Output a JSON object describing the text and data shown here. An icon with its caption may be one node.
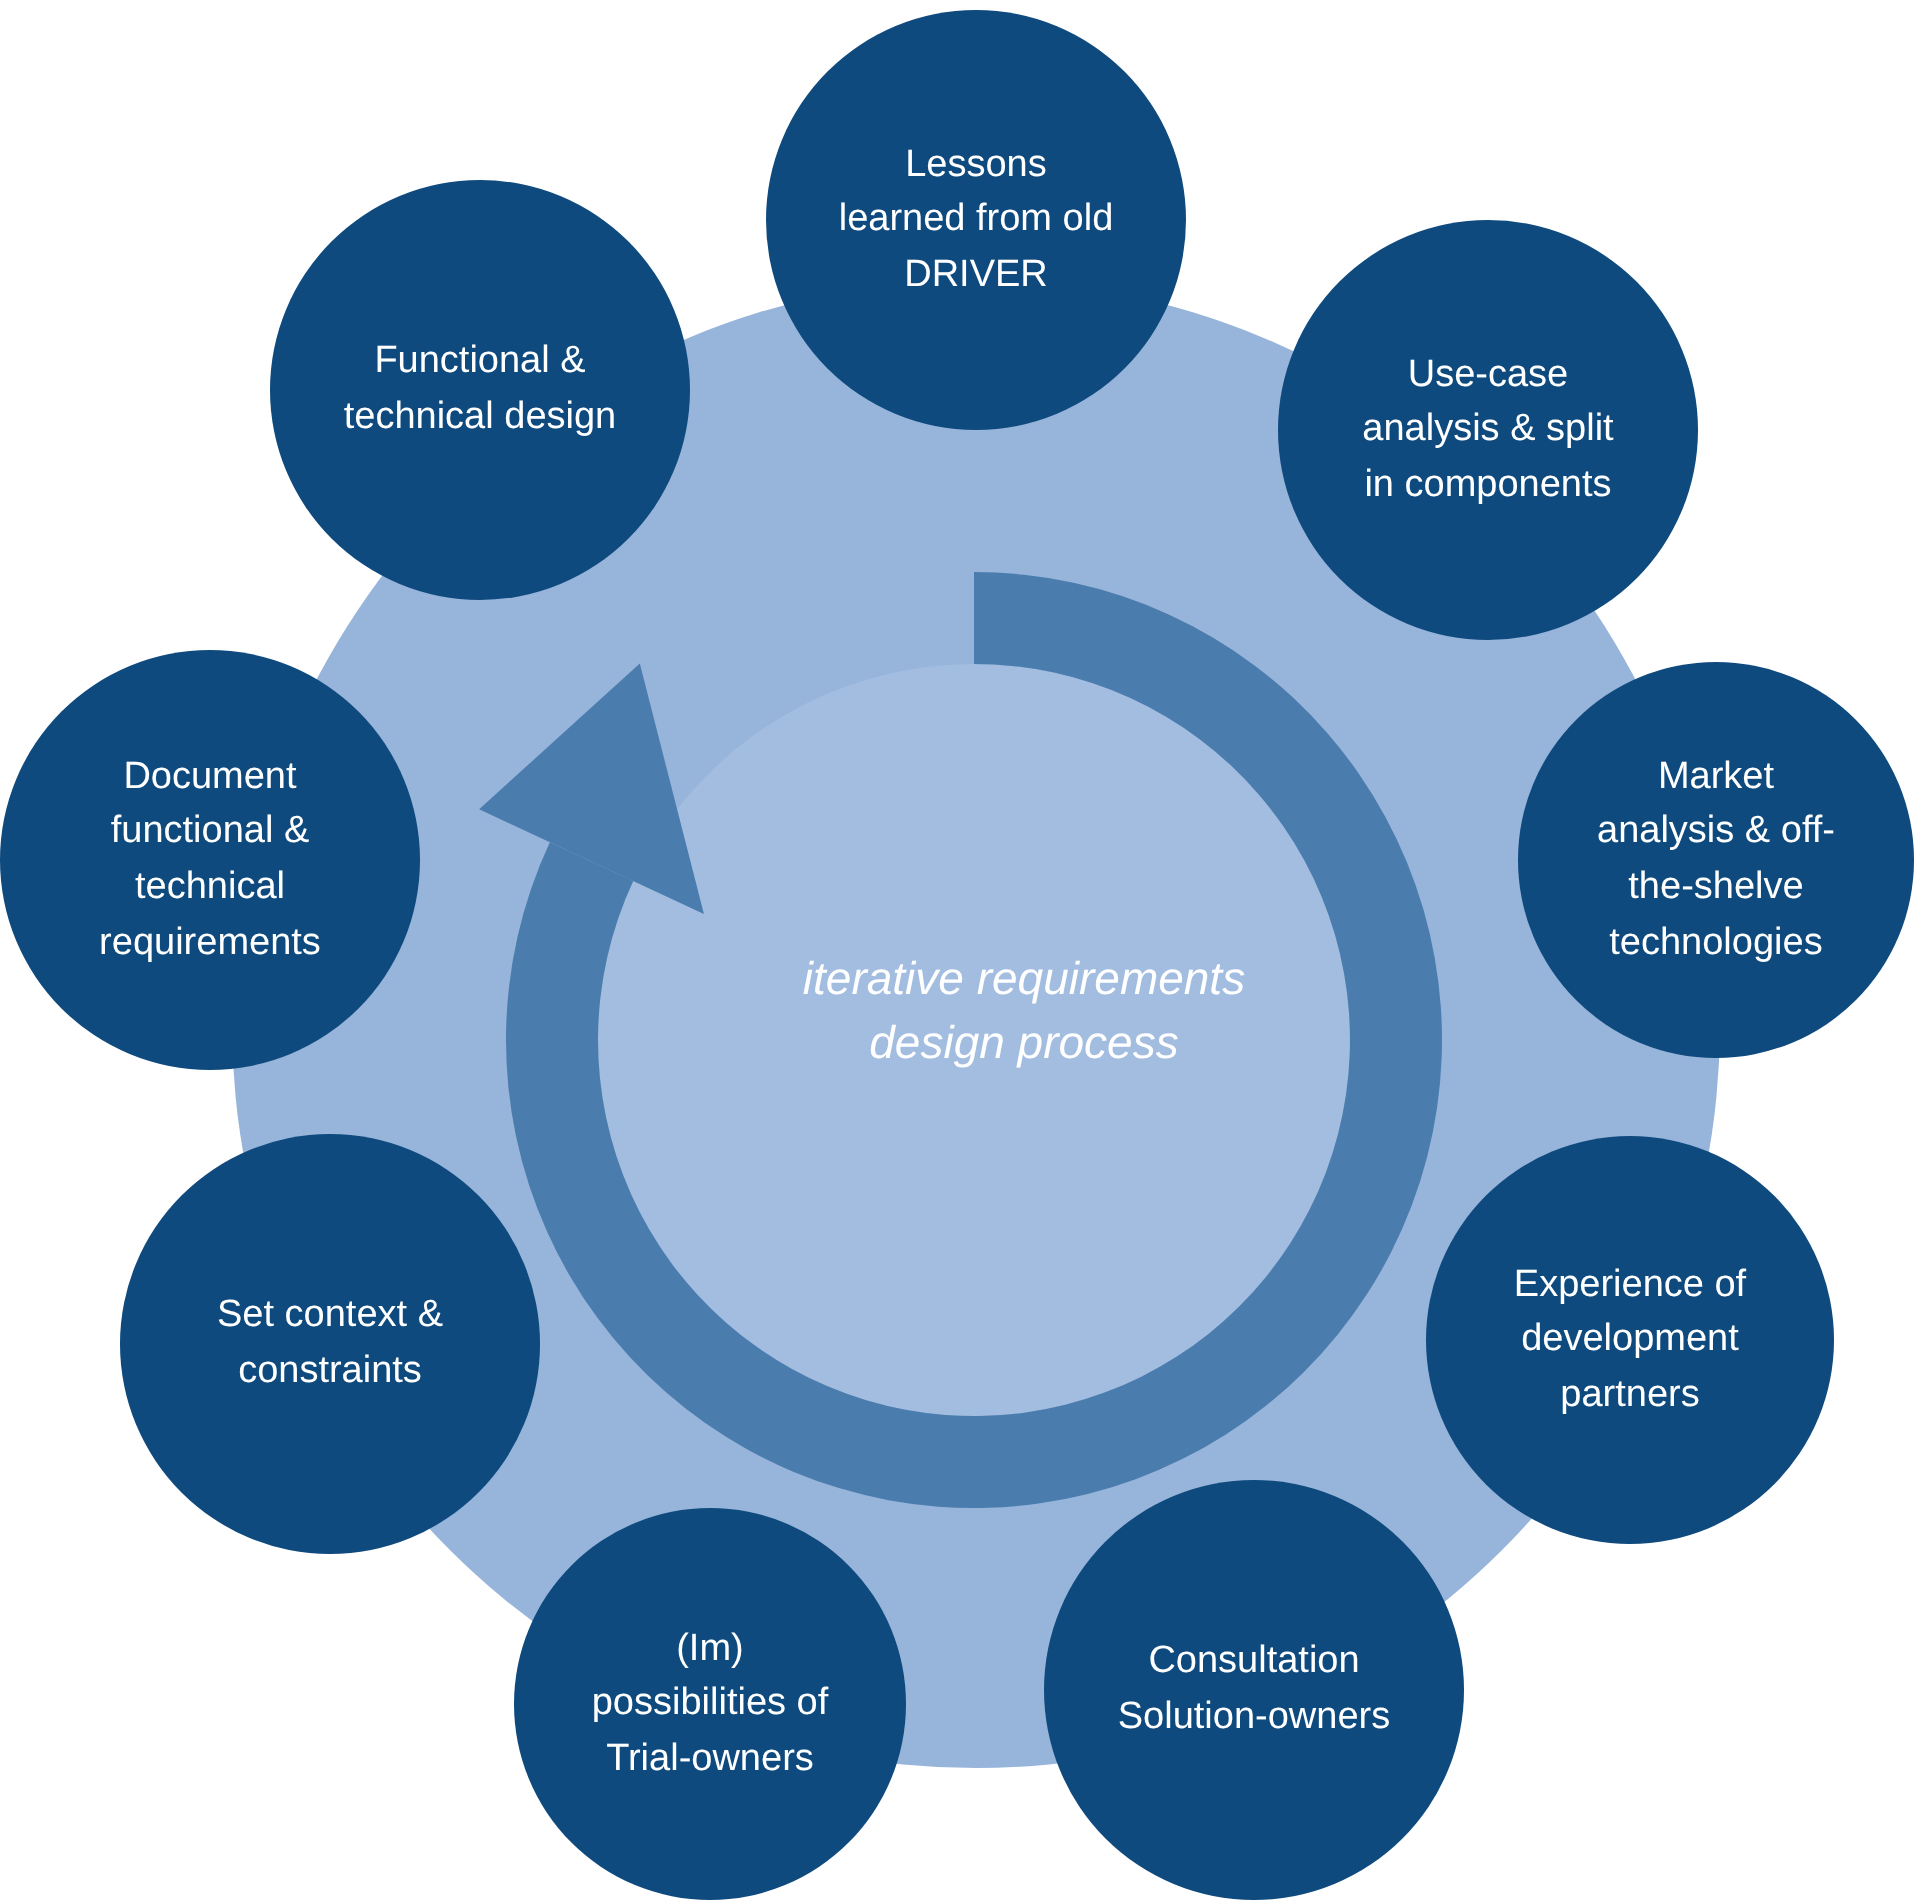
{
  "diagram": {
    "nodes": [
      {
        "text": [
          "iterative requirements design process"
        ]
      },
      {
        "text": [
          "Lessons learned from old DRIVER"
        ]
      },
      {
        "text": [
          "Use-case analysis & split in components"
        ]
      },
      {
        "text": [
          "Market analysis & off-the-shelve technologies"
        ]
      },
      {
        "text": [
          "Experience of development partners"
        ]
      },
      {
        "text": [
          "Consultation Solution-owners"
        ]
      },
      {
        "text": [
          "(Im) possibilities of Trial-owners"
        ]
      },
      {
        "text": [
          "Set context & constraints"
        ]
      },
      {
        "text": [
          "Document functional & technical requirements"
        ]
      },
      {
        "text": [
          "Functional & technical design"
        ]
      }
    ]
  }
}
